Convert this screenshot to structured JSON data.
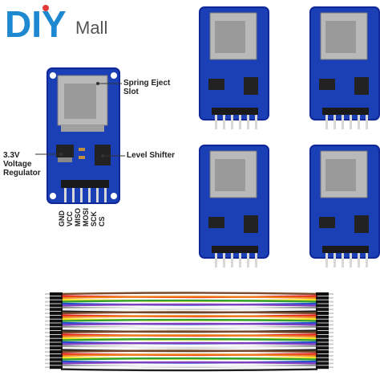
{
  "logo": {
    "letters": "DIY",
    "mall": "Mall"
  },
  "labels": {
    "spring_eject": "Spring Eject\nSlot",
    "level_shifter": "Level Shifter",
    "regulator": "3.3V\nVoltage\nRegulator"
  },
  "pins": [
    "GND",
    "VCC",
    "MISO",
    "MOSI",
    "SCK",
    "CS"
  ],
  "colors": {
    "pcb": "#1b3fb5",
    "pcb_edge": "#10279a",
    "slot": "#b9b9b9",
    "slot_inner": "#8a8a8a",
    "header": "#1a1a1a",
    "pin_metal": "#d8d8d8",
    "logo_blue": "#1e88d0",
    "logo_red": "#e23b3b"
  },
  "cable_colors": [
    "#7a4a2a",
    "#e02020",
    "#f08020",
    "#f0e020",
    "#30a030",
    "#2050d0",
    "#8040c0",
    "#909090",
    "#f0f0f0",
    "#202020"
  ]
}
